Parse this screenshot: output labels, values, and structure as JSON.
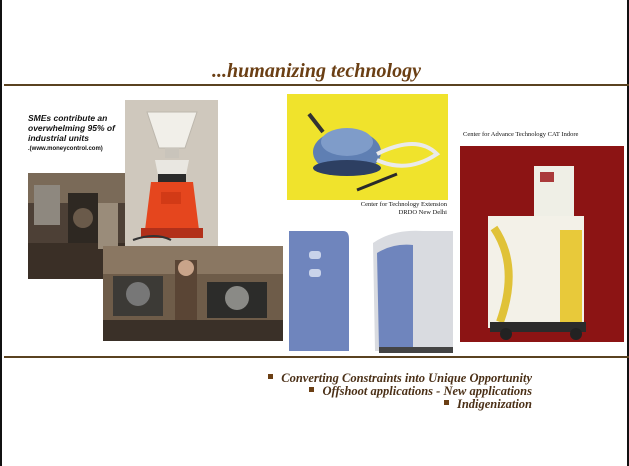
{
  "slide": {
    "title": "...humanizing technology",
    "sme_note": "SMEs contribute an overwhelming 95% of industrial units",
    "sme_source": ".(www.moneycontrol.com)",
    "caption_delhi_line1": "Center for Technology Extension",
    "caption_delhi_line2": "DRDO New Delhi",
    "caption_indore": "Center for Advance Technology CAT Indore",
    "bullets": [
      "Converting Constraints into Unique  Opportunity",
      "Offshoot applications  -   New applications",
      "Indigenization"
    ]
  },
  "colors": {
    "title": "#6b3f14",
    "rule": "#5a4220",
    "bullet": "#4b3017"
  }
}
